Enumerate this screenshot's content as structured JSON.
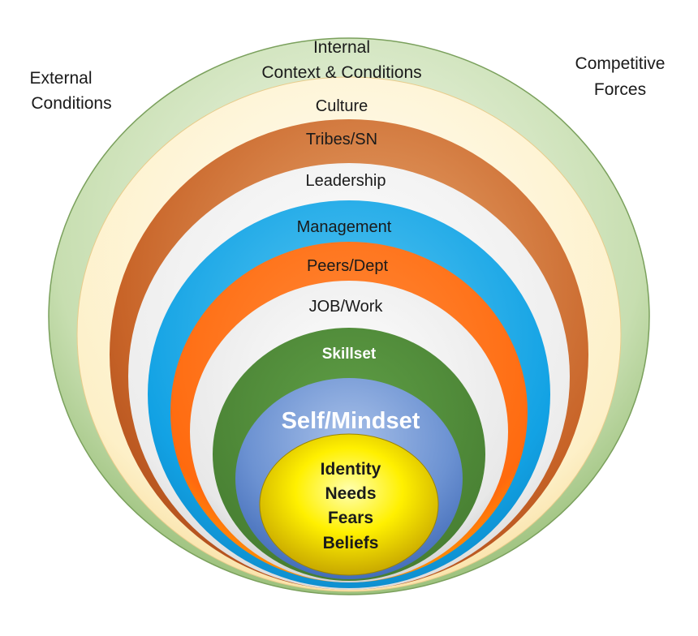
{
  "outer_labels": {
    "external": [
      "External",
      "Conditions"
    ],
    "internal": [
      "Internal",
      "Context & Conditions"
    ],
    "competitive": [
      "Competitive",
      "Forces"
    ]
  },
  "rings": [
    {
      "id": "internal",
      "label": "",
      "color": "#a8c88a"
    },
    {
      "id": "culture",
      "label": "Culture",
      "color": "#fdebb8"
    },
    {
      "id": "tribes",
      "label": "Tribes/SN",
      "color": "#c4622a"
    },
    {
      "id": "leadership",
      "label": "Leadership",
      "color": "#e4e4e4"
    },
    {
      "id": "management",
      "label": "Management",
      "color": "#16a6e6"
    },
    {
      "id": "peers",
      "label": "Peers/Dept",
      "color": "#ff6a0e"
    },
    {
      "id": "job",
      "label": "JOB/Work",
      "color": "#ffb000"
    },
    {
      "id": "skillset",
      "label": "Skillset",
      "color": "#4e8a38"
    },
    {
      "id": "self",
      "label": "Self/Mindset",
      "color": "#5d86cc"
    },
    {
      "id": "core",
      "label": "",
      "color": "#f2d800"
    }
  ],
  "core_items": [
    "Identity",
    "Needs",
    "Fears",
    "Beliefs"
  ]
}
